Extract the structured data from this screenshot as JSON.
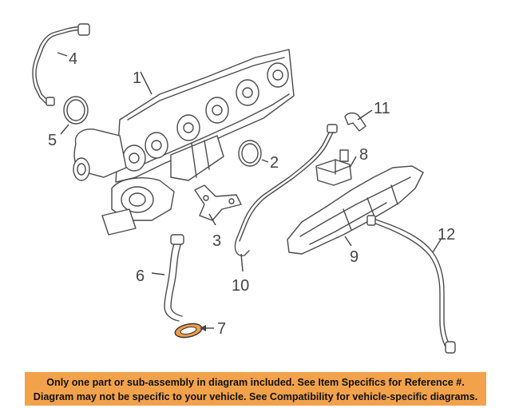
{
  "callouts": {
    "c1": "1",
    "c2": "2",
    "c3": "3",
    "c4": "4",
    "c5": "5",
    "c6": "6",
    "c7": "7",
    "c8": "8",
    "c9": "9",
    "c10": "10",
    "c11": "11",
    "c12": "12"
  },
  "highlighted_part": "7",
  "colors": {
    "highlight": "#f29a4a",
    "notice_background": "#f2a24b",
    "line_art": "#4a4a4a"
  },
  "notice": {
    "line1": "Only one part or sub-assembly in diagram included. See Item Specifics for Reference #.",
    "line2": "Diagram may not be specific to your vehicle. See Compatibility for vehicle-specific diagrams."
  }
}
